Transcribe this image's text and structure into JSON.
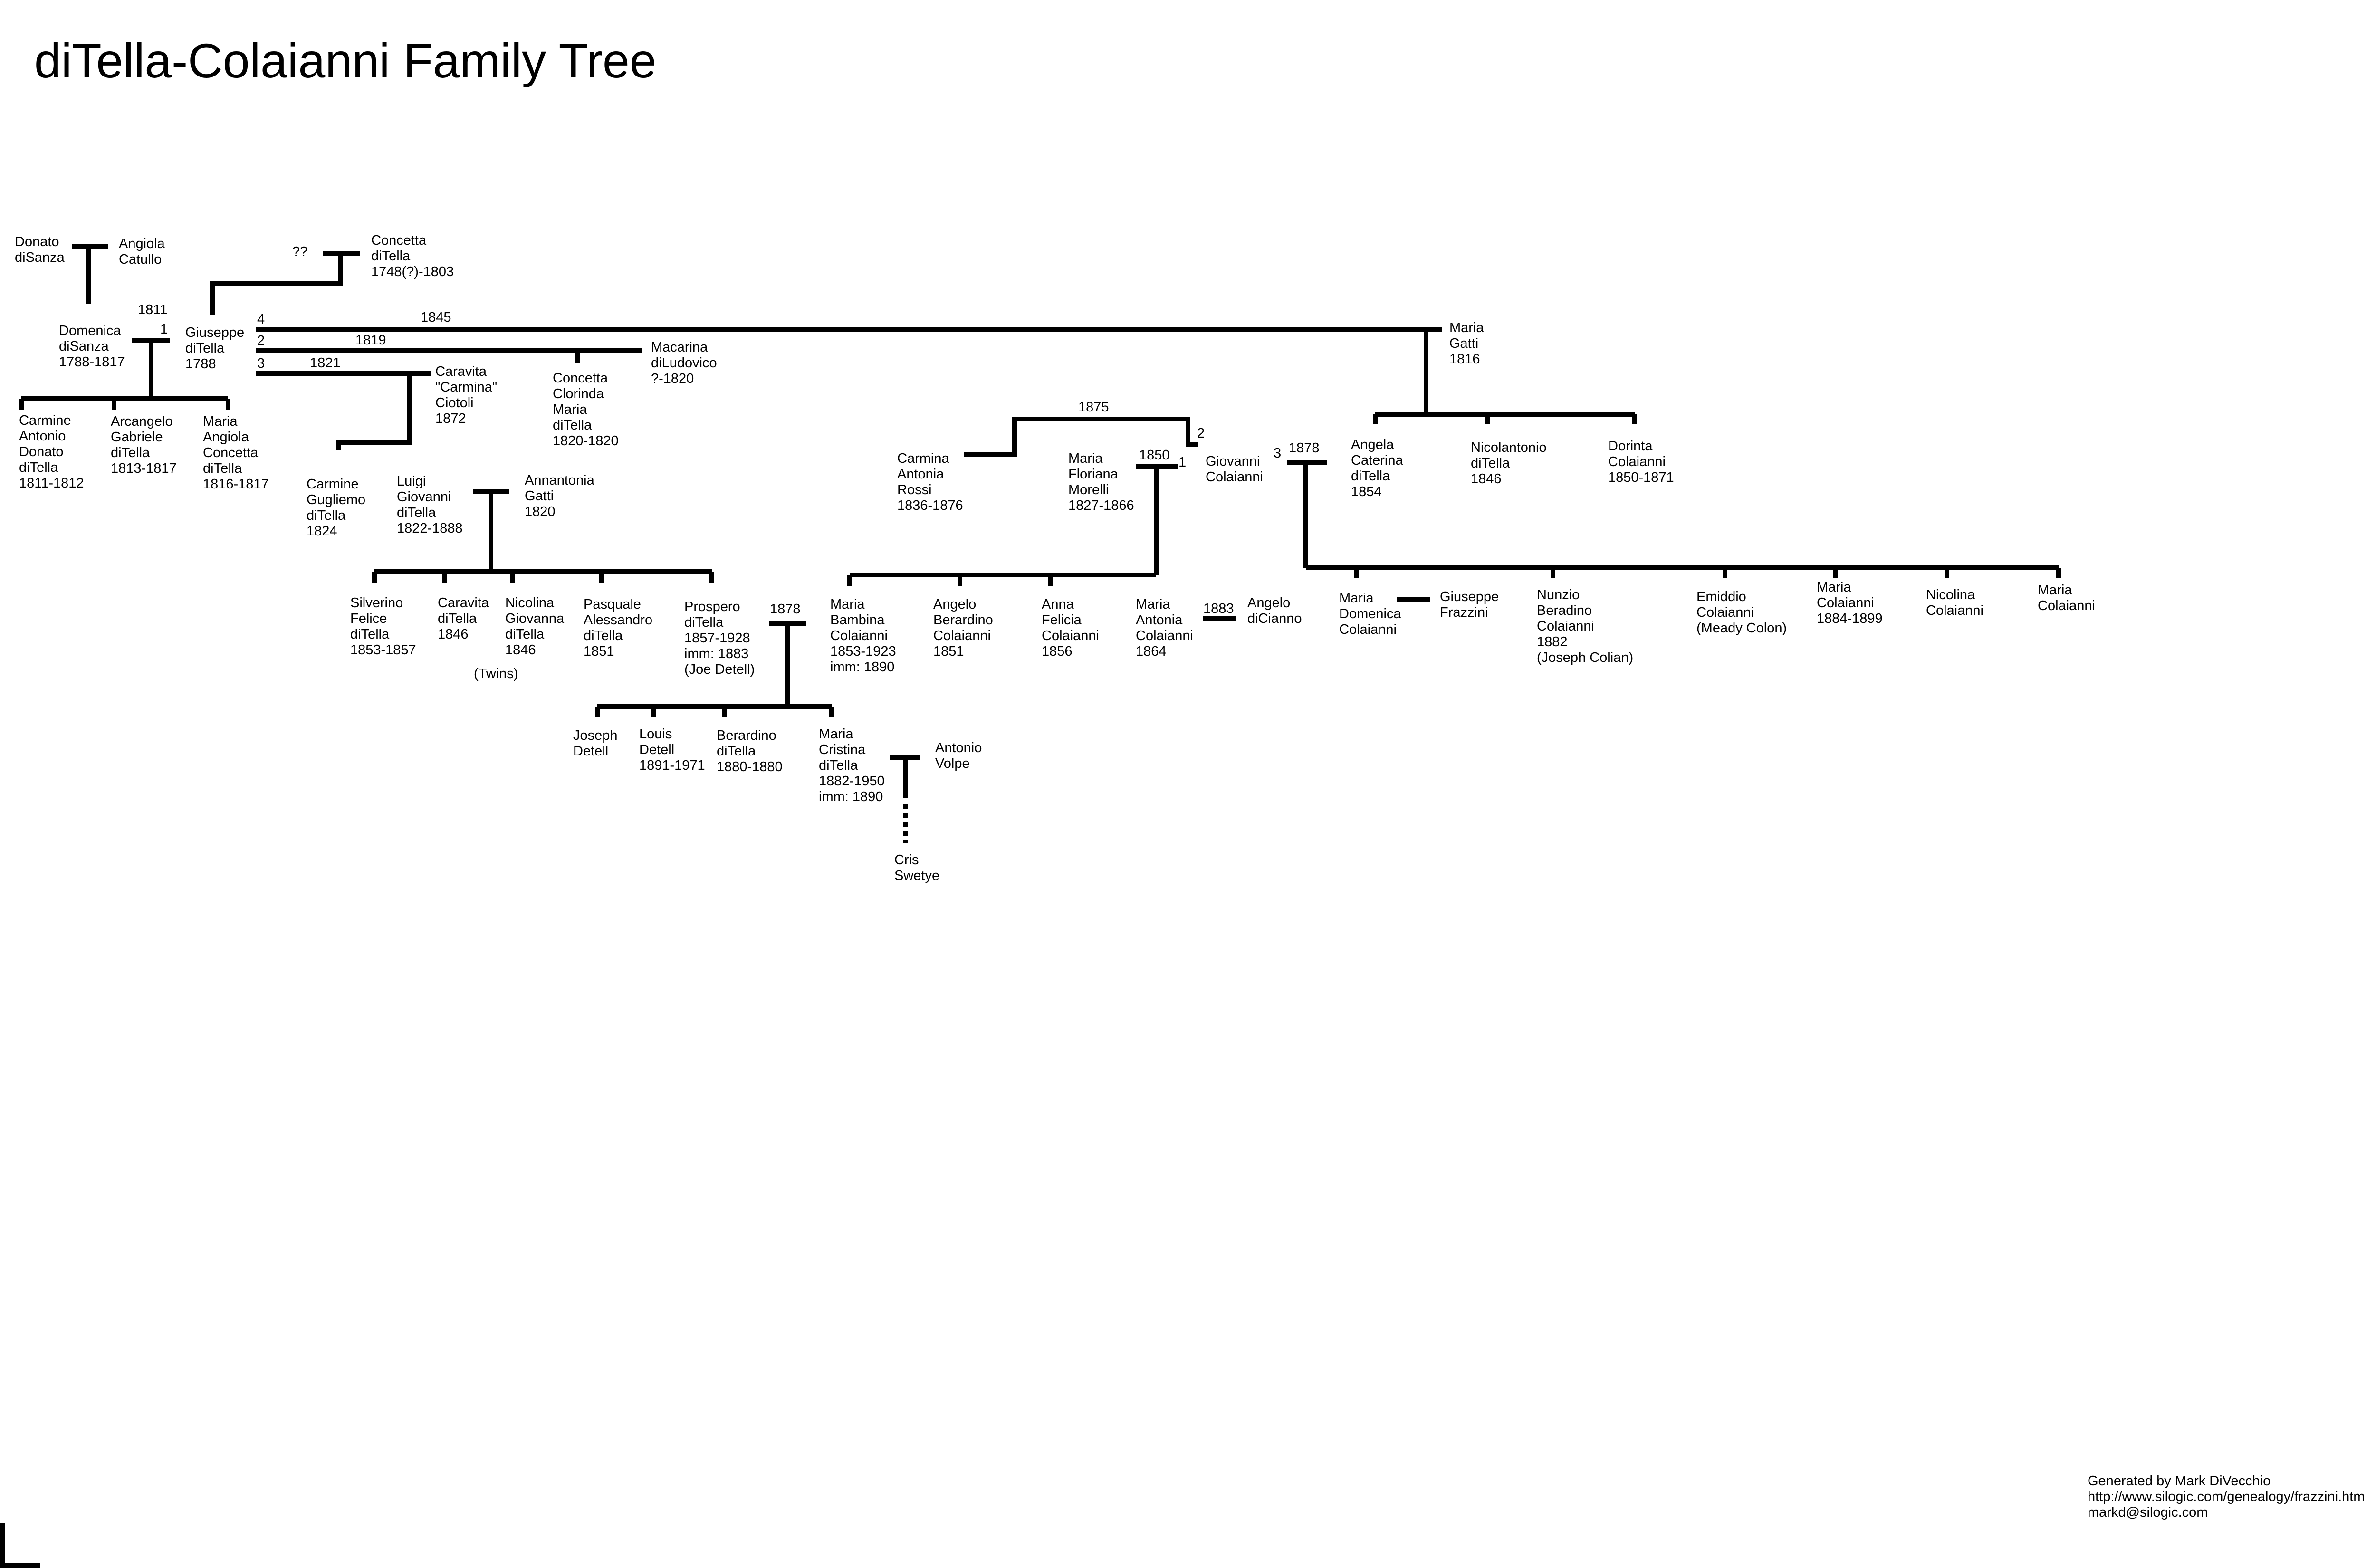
{
  "title": "diTella-Colaianni Family Tree",
  "people": [
    {
      "id": "donato-disanza",
      "text": "Donato\ndiSanza"
    },
    {
      "id": "angiola-catullo",
      "text": "Angiola\nCatullo"
    },
    {
      "id": "domenica-disanza",
      "text": "Domenica\ndiSanza\n1788-1817"
    },
    {
      "id": "carmine-antonio-donato-ditella",
      "text": "Carmine\nAntonio\nDonato\ndiTella\n1811-1812"
    },
    {
      "id": "arcangelo-gabriele-ditella",
      "text": "Arcangelo\nGabriele\ndiTella\n1813-1817"
    },
    {
      "id": "maria-angiola-concetta-ditella",
      "text": "Maria\nAngiola\nConcetta\ndiTella\n1816-1817"
    },
    {
      "id": "giuseppe-ditella",
      "text": "Giuseppe\ndiTella\n1788"
    },
    {
      "id": "unknown-parent",
      "text": "??"
    },
    {
      "id": "concetta-ditella",
      "text": "Concetta\ndiTella\n1748(?)-1803"
    },
    {
      "id": "maria-gatti",
      "text": "Maria\nGatti\n1816"
    },
    {
      "id": "macarina-diludovico",
      "text": "Macarina\ndiLudovico\n?-1820"
    },
    {
      "id": "concetta-clorinda-maria-ditella",
      "text": "Concetta\nClorinda\nMaria\ndiTella\n1820-1820"
    },
    {
      "id": "caravita-ciotoli",
      "text": "Caravita\n\"Carmina\"\nCiotoli\n1872"
    },
    {
      "id": "carmine-gugliemo-ditella",
      "text": "Carmine\nGugliemo\ndiTella\n1824"
    },
    {
      "id": "luigi-giovanni-ditella",
      "text": "Luigi\nGiovanni\ndiTella\n1822-1888"
    },
    {
      "id": "annantonia-gatti",
      "text": "Annantonia\nGatti\n1820"
    },
    {
      "id": "silverino-felice-ditella",
      "text": "Silverino\nFelice\ndiTella\n1853-1857"
    },
    {
      "id": "caravita-ditella",
      "text": "Caravita\ndiTella\n1846"
    },
    {
      "id": "nicolina-giovanna-ditella",
      "text": "Nicolina\nGiovanna\ndiTella\n1846"
    },
    {
      "id": "twins-note",
      "text": "(Twins)"
    },
    {
      "id": "pasquale-alessandro-ditella",
      "text": "Pasquale\nAlessandro\ndiTella\n1851"
    },
    {
      "id": "prospero-ditella",
      "text": "Prospero\ndiTella\n1857-1928\nimm: 1883\n(Joe Detell)"
    },
    {
      "id": "joseph-detell",
      "text": "Joseph\nDetell"
    },
    {
      "id": "louis-detell",
      "text": "Louis\nDetell\n1891-1971"
    },
    {
      "id": "berardino-ditella",
      "text": "Berardino\ndiTella\n1880-1880"
    },
    {
      "id": "maria-cristina-ditella",
      "text": "Maria\nCristina\ndiTella\n1882-1950\nimm: 1890"
    },
    {
      "id": "antonio-volpe",
      "text": "Antonio\nVolpe"
    },
    {
      "id": "cris-swetye",
      "text": "Cris\nSwetye"
    },
    {
      "id": "carmina-antonia-rossi",
      "text": "Carmina\nAntonia\nRossi\n1836-1876"
    },
    {
      "id": "maria-floriana-morelli",
      "text": "Maria\nFloriana\nMorelli\n1827-1866"
    },
    {
      "id": "giovanni-colaianni",
      "text": "Giovanni\nColaianni"
    },
    {
      "id": "maria-bambina-colaianni",
      "text": "Maria\nBambina\nColaianni\n1853-1923\nimm: 1890"
    },
    {
      "id": "angelo-berardino-colaianni",
      "text": "Angelo\nBerardino\nColaianni\n1851"
    },
    {
      "id": "anna-felicia-colaianni",
      "text": "Anna\nFelicia\nColaianni\n1856"
    },
    {
      "id": "maria-antonia-colaianni",
      "text": "Maria\nAntonia\nColaianni\n1864"
    },
    {
      "id": "angelo-dicianno",
      "text": "Angelo\ndiCianno"
    },
    {
      "id": "angela-caterina-ditella",
      "text": "Angela\nCaterina\ndiTella\n1854"
    },
    {
      "id": "nicolantonio-ditella",
      "text": "Nicolantonio\ndiTella\n1846"
    },
    {
      "id": "dorinta-colaianni",
      "text": "Dorinta\nColaianni\n1850-1871"
    },
    {
      "id": "maria-domenica-colaianni",
      "text": "Maria\nDomenica\nColaianni"
    },
    {
      "id": "giuseppe-frazzini",
      "text": "Giuseppe\nFrazzini"
    },
    {
      "id": "nunzio-beradino-colaianni",
      "text": "Nunzio\nBeradino\nColaianni\n1882\n(Joseph Colian)"
    },
    {
      "id": "emiddio-colaianni",
      "text": "Emiddio\nColaianni\n(Meady Colon)"
    },
    {
      "id": "maria-colaianni-1884",
      "text": "Maria\nColaianni\n1884-1899"
    },
    {
      "id": "nicolina-colaianni",
      "text": "Nicolina\nColaianni"
    },
    {
      "id": "maria-colaianni",
      "text": "Maria\nColaianni"
    }
  ],
  "marriage_labels": [
    {
      "id": "label-1811",
      "text": "1811"
    },
    {
      "id": "label-1-domenica",
      "text": "1"
    },
    {
      "id": "label-4-giuseppe",
      "text": "4"
    },
    {
      "id": "label-1845",
      "text": "1845"
    },
    {
      "id": "label-2-giuseppe",
      "text": "2"
    },
    {
      "id": "label-1819",
      "text": "1819"
    },
    {
      "id": "label-3-giuseppe",
      "text": "3"
    },
    {
      "id": "label-1821",
      "text": "1821"
    },
    {
      "id": "label-1875",
      "text": "1875"
    },
    {
      "id": "label-2-giovanni",
      "text": "2"
    },
    {
      "id": "label-1850",
      "text": "1850"
    },
    {
      "id": "label-1-giovanni",
      "text": "1"
    },
    {
      "id": "label-3-giovanni",
      "text": "3"
    },
    {
      "id": "label-1878-giovanni",
      "text": "1878"
    },
    {
      "id": "label-1878-prospero",
      "text": "1878"
    },
    {
      "id": "label-1883",
      "text": "1883"
    }
  ],
  "credits": {
    "line1": "Generated by Mark DiVecchio",
    "line2": "http://www.silogic.com/genealogy/frazzini.htm",
    "line3": "markd@silogic.com"
  }
}
